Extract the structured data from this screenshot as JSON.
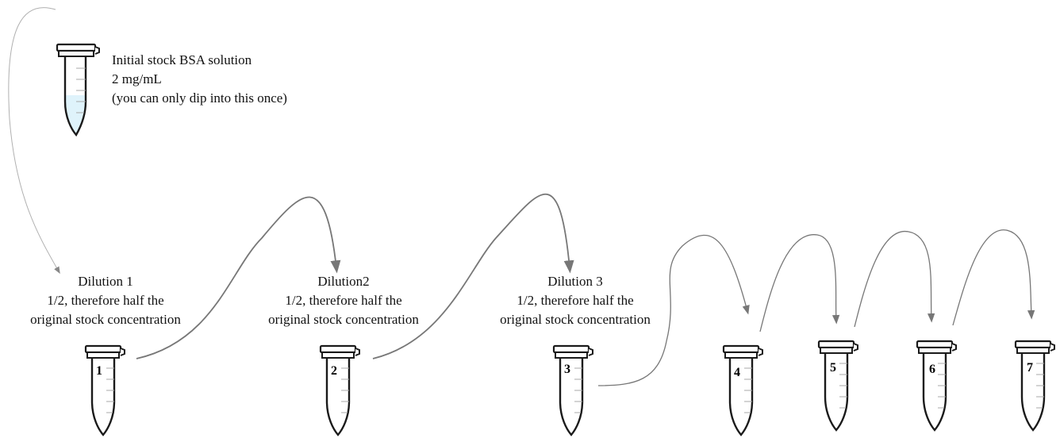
{
  "stock": {
    "line1": "Initial stock BSA solution",
    "line2": "2 mg/mL",
    "line3": "(you can only dip into this once)"
  },
  "dilutions": [
    {
      "title": "Dilution 1",
      "line2": "1/2, therefore half the",
      "line3": "original stock concentration"
    },
    {
      "title": "Dilution2",
      "line2": "1/2, therefore half the",
      "line3": "original stock concentration"
    },
    {
      "title": "Dilution 3",
      "line2": "1/2, therefore half the",
      "line3": "original stock concentration"
    }
  ],
  "tubes": [
    {
      "label": "1"
    },
    {
      "label": "2"
    },
    {
      "label": "3"
    },
    {
      "label": "4"
    },
    {
      "label": "5"
    },
    {
      "label": "6"
    },
    {
      "label": "7"
    }
  ],
  "colors": {
    "liquid": "#dff3fb",
    "outline": "#1a1a1a",
    "arrow": "#777777",
    "thin_arrow": "#aaaaaa"
  }
}
